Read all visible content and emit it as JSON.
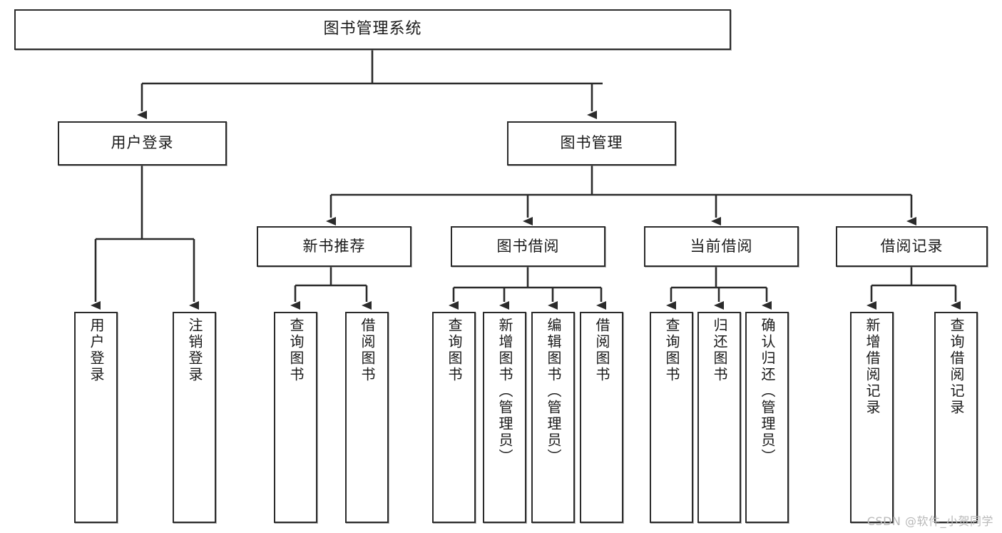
{
  "diagram": {
    "type": "tree-hierarchy",
    "title": "图书管理系统",
    "watermark": "CSDN @软件_小贺同学",
    "colors": {
      "box_border": "#2b2b2b",
      "box_fill": "#ffffff",
      "edge": "#2b2b2b",
      "text": "#1a1a1a",
      "watermark": "#b9b9b9",
      "background": "#ffffff"
    },
    "nodes": {
      "root": {
        "label": "图书管理系统"
      },
      "level2": [
        {
          "id": "user-login",
          "label": "用户登录"
        },
        {
          "id": "book-manage",
          "label": "图书管理"
        }
      ],
      "level3": [
        {
          "id": "new-book-recommend",
          "label": "新书推荐"
        },
        {
          "id": "book-borrow",
          "label": "图书借阅"
        },
        {
          "id": "current-borrow",
          "label": "当前借阅"
        },
        {
          "id": "borrow-record",
          "label": "借阅记录"
        }
      ],
      "leaves": {
        "user-login": [
          {
            "id": "leaf-user-login",
            "label": "用户登录"
          },
          {
            "id": "leaf-logout-login",
            "label": "注销登录"
          }
        ],
        "new-book-recommend": [
          {
            "id": "leaf-query-book-1",
            "label": "查询图书"
          },
          {
            "id": "leaf-borrow-book-1",
            "label": "借阅图书"
          }
        ],
        "book-borrow": [
          {
            "id": "leaf-query-book-2",
            "label": "查询图书"
          },
          {
            "id": "leaf-add-book",
            "label": "新增图书（管理员）"
          },
          {
            "id": "leaf-edit-book",
            "label": "编辑图书（管理员）"
          },
          {
            "id": "leaf-borrow-book-2",
            "label": "借阅图书"
          }
        ],
        "current-borrow": [
          {
            "id": "leaf-query-book-3",
            "label": "查询图书"
          },
          {
            "id": "leaf-return-book",
            "label": "归还图书"
          },
          {
            "id": "leaf-confirm-return",
            "label": "确认归还（管理员）"
          }
        ],
        "borrow-record": [
          {
            "id": "leaf-add-record",
            "label": "新增借阅记录"
          },
          {
            "id": "leaf-query-record",
            "label": "查询借阅记录"
          }
        ]
      }
    }
  }
}
